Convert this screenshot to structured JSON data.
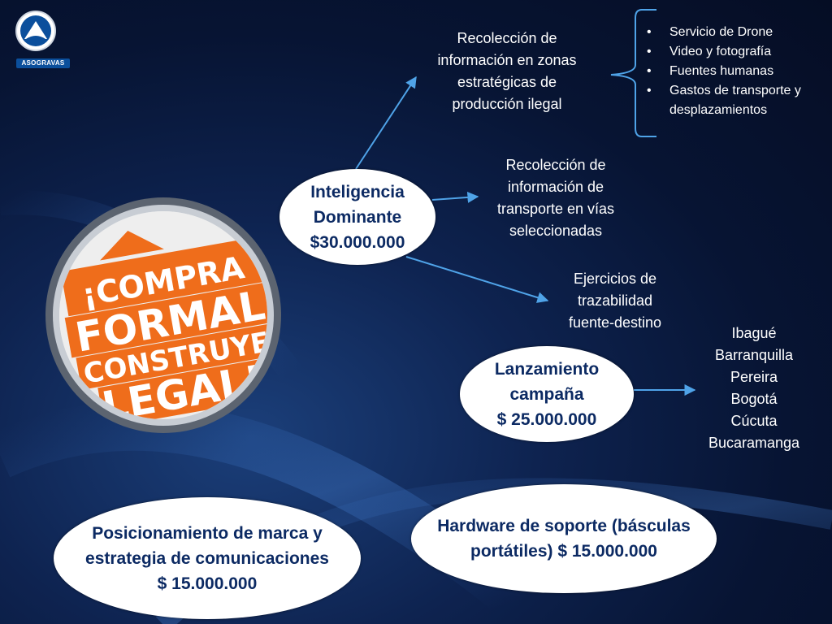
{
  "logo": {
    "name": "ASOGRAVAS"
  },
  "campaign_image": {
    "lines": [
      "¡COMPRA",
      "FORMAL",
      "CONSTRUYE",
      "LEGAL!"
    ],
    "colors": {
      "orange": "#ef6d1b",
      "white": "#ffffff"
    }
  },
  "nodes": {
    "inteligencia": [
      "Inteligencia",
      "Dominante",
      "$30.000.000"
    ],
    "lanzamiento": [
      "Lanzamiento",
      "campaña",
      "$ 25.000.000"
    ],
    "posicionamiento": [
      "Posicionamiento de marca y",
      "estrategia de comunicaciones",
      "$ 15.000.000"
    ],
    "hardware": [
      "Hardware de soporte (básculas",
      "portátiles) $ 15.000.000"
    ]
  },
  "branches": {
    "recoleccion_zonas": [
      "Recolección de",
      "información en zonas",
      "estratégicas de",
      "producción ilegal"
    ],
    "recoleccion_transporte": [
      "Recolección de",
      "información de",
      "transporte en vías",
      "seleccionadas"
    ],
    "trazabilidad": [
      "Ejercicios de",
      "trazabilidad",
      "fuente-destino"
    ]
  },
  "bullet_items": [
    "Servicio de Drone",
    "Video y fotografía",
    "Fuentes humanas",
    "Gastos de transporte y",
    "desplazamientos"
  ],
  "cities": [
    "Ibagué",
    "Barranquilla",
    "Pereira",
    "Bogotá",
    "Cúcuta",
    "Bucaramanga"
  ],
  "colors": {
    "ellipse_text": "#0c2a63",
    "arrow": "#4fa3e8",
    "background": "#071433"
  }
}
